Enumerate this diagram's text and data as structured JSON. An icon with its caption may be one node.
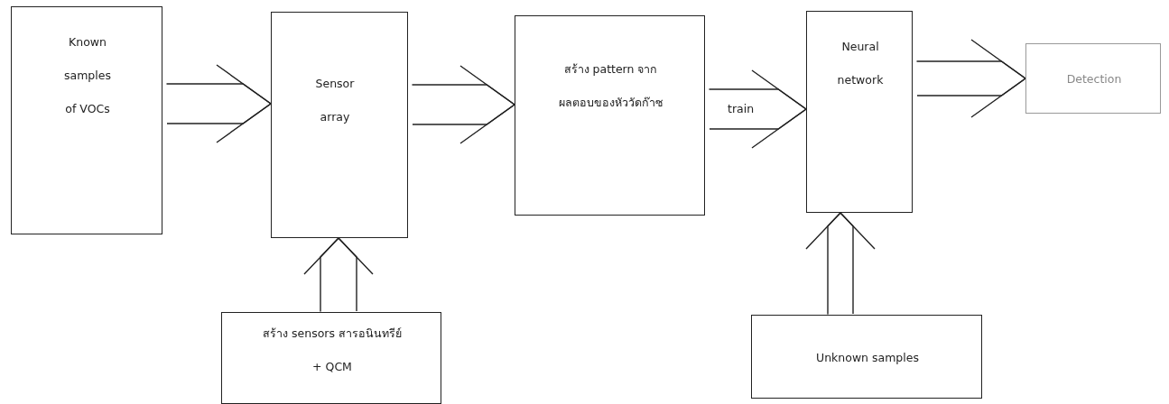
{
  "diagram": {
    "nodes": [
      {
        "text": [
          "Known samples of VOCs"
        ]
      },
      {
        "text": [
          "Sensor array"
        ]
      },
      {
        "text": [
          "สร้าง pattern จาก ผลตอบของหัววัดก๊าซ"
        ]
      },
      {
        "text": [
          "Neural network"
        ]
      },
      {
        "text": [
          "Detection"
        ]
      },
      {
        "text": [
          "สร้าง sensors สารอนินทรีย์ + QCM"
        ]
      },
      {
        "text": [
          "Unknown samples"
        ]
      }
    ],
    "edges": [
      {
        "from": 0,
        "to": 1,
        "arrow": "to"
      },
      {
        "from": 1,
        "to": 2,
        "arrow": "to"
      },
      {
        "from": 2,
        "to": 3,
        "arrow": "to",
        "label": "train"
      },
      {
        "from": 3,
        "to": 4,
        "arrow": "to"
      },
      {
        "from": 5,
        "to": 1,
        "arrow": "to"
      },
      {
        "from": 6,
        "to": 3,
        "arrow": "to"
      }
    ]
  }
}
